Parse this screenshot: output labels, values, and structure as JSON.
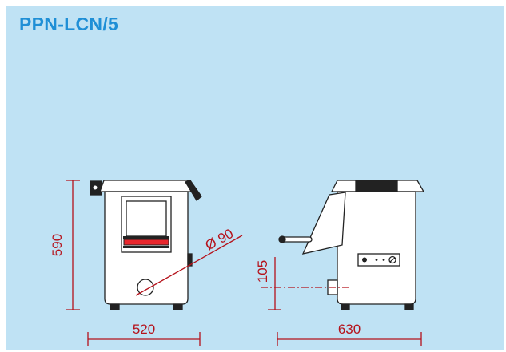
{
  "title": "PPN-LCN/5",
  "dimensions": {
    "height": "590",
    "width_front": "520",
    "depth_side": "630",
    "drain_height": "105",
    "drain_diameter": "Ø 90"
  },
  "colors": {
    "background": "#bfe2f4",
    "title": "#1f8fd6",
    "dimension_lines": "#b5121b",
    "outline": "#222222",
    "indicator_strip": "#e8262c"
  }
}
